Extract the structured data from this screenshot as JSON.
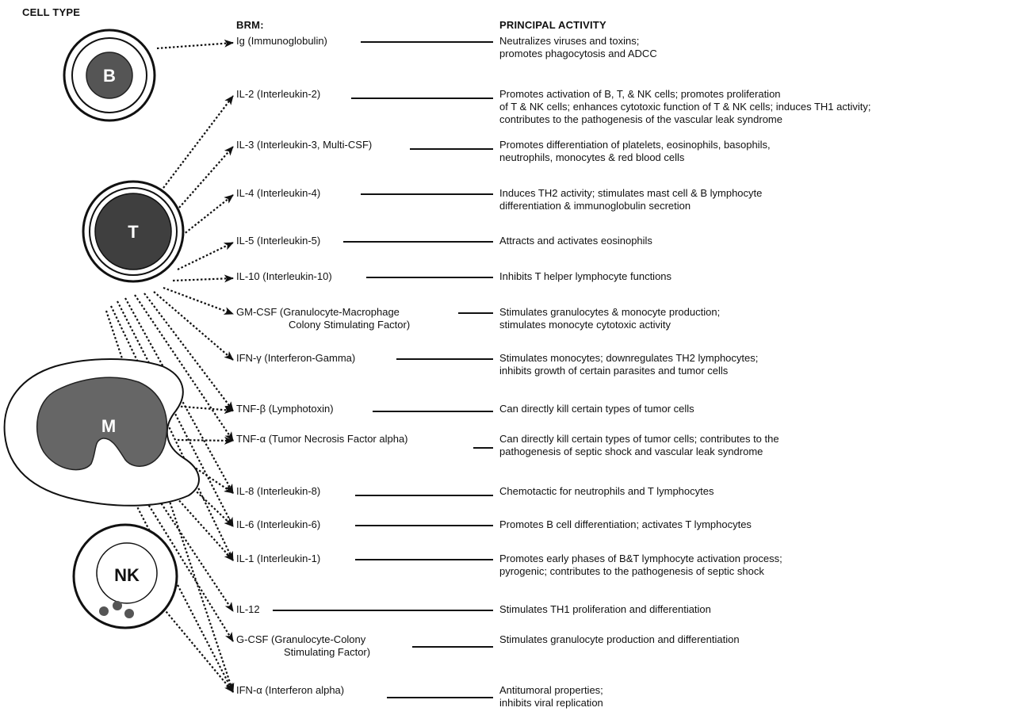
{
  "headers": {
    "cell_type": "CELL TYPE",
    "brm": "BRM:",
    "principal_activity": "PRINCIPAL ACTIVITY"
  },
  "cells": {
    "b": "B",
    "t": "T",
    "m": "M",
    "nk": "NK"
  },
  "rows": [
    {
      "brm": [
        "Ig (Immunoglobulin)"
      ],
      "activity": [
        "Neutralizes viruses and toxins;",
        "promotes phagocytosis and ADCC"
      ],
      "sources": [
        "B"
      ]
    },
    {
      "brm": [
        "IL-2 (Interleukin-2)"
      ],
      "activity": [
        "Promotes activation of B, T, & NK cells; promotes proliferation",
        "of T & NK cells; enhances cytotoxic function of T & NK cells;  induces TH1 activity;",
        "contributes to the pathogenesis of the vascular leak syndrome"
      ],
      "sources": [
        "T"
      ]
    },
    {
      "brm": [
        "IL-3 (Interleukin-3, Multi-CSF)"
      ],
      "activity": [
        "Promotes differentiation of platelets, eosinophils, basophils,",
        "neutrophils, monocytes & red blood cells"
      ],
      "sources": [
        "T"
      ]
    },
    {
      "brm": [
        "IL-4 (Interleukin-4)"
      ],
      "activity": [
        "Induces TH2 activity; stimulates mast cell & B lymphocyte",
        "differentiation & immunoglobulin secretion"
      ],
      "sources": [
        "T"
      ]
    },
    {
      "brm": [
        "IL-5 (Interleukin-5)"
      ],
      "activity": [
        "Attracts and activates eosinophils"
      ],
      "sources": [
        "T"
      ]
    },
    {
      "brm": [
        "IL-10 (Interleukin-10)"
      ],
      "activity": [
        "Inhibits T helper lymphocyte functions"
      ],
      "sources": [
        "T"
      ]
    },
    {
      "brm": [
        "GM-CSF (Granulocyte-Macrophage",
        "Colony Stimulating Factor)"
      ],
      "activity": [
        "Stimulates granulocytes & monocyte production;",
        "stimulates monocyte cytotoxic activity"
      ],
      "sources": [
        "T"
      ]
    },
    {
      "brm": [
        "IFN-γ (Interferon-Gamma)"
      ],
      "activity": [
        "Stimulates monocytes; downregulates TH2 lymphocytes;",
        "inhibits growth of certain parasites and tumor cells"
      ],
      "sources": [
        "T"
      ]
    },
    {
      "brm": [
        "TNF-β (Lymphotoxin)"
      ],
      "activity": [
        "Can directly kill certain types of tumor cells"
      ],
      "sources": [
        "T",
        "M"
      ]
    },
    {
      "brm": [
        "TNF-α (Tumor Necrosis Factor alpha)"
      ],
      "activity": [
        "Can directly kill certain types of tumor cells; contributes to the",
        "pathogenesis of septic shock and vascular leak syndrome"
      ],
      "sources": [
        "T",
        "M"
      ]
    },
    {
      "brm": [
        "IL-8 (Interleukin-8)"
      ],
      "activity": [
        "Chemotactic for neutrophils and T lymphocytes"
      ],
      "sources": [
        "T",
        "M"
      ]
    },
    {
      "brm": [
        "IL-6 (Interleukin-6)"
      ],
      "activity": [
        "Promotes B cell differentiation; activates T lymphocytes"
      ],
      "sources": [
        "T",
        "M"
      ]
    },
    {
      "brm": [
        "IL-1 (Interleukin-1)"
      ],
      "activity": [
        "Promotes early phases of B&T lymphocyte activation process;",
        "pyrogenic; contributes to the pathogenesis of septic shock"
      ],
      "sources": [
        "T",
        "M"
      ]
    },
    {
      "brm": [
        "IL-12"
      ],
      "activity": [
        "Stimulates TH1 proliferation and differentiation"
      ],
      "sources": [
        "M"
      ]
    },
    {
      "brm": [
        "G-CSF (Granulocyte-Colony",
        "Stimulating Factor)"
      ],
      "activity": [
        "Stimulates granulocyte production and differentiation"
      ],
      "sources": [
        "M"
      ]
    },
    {
      "brm": [
        "IFN-α (Interferon alpha)"
      ],
      "activity": [
        "Antitumoral properties;",
        "inhibits viral replication"
      ],
      "sources": [
        "T",
        "M",
        "NK"
      ]
    }
  ]
}
